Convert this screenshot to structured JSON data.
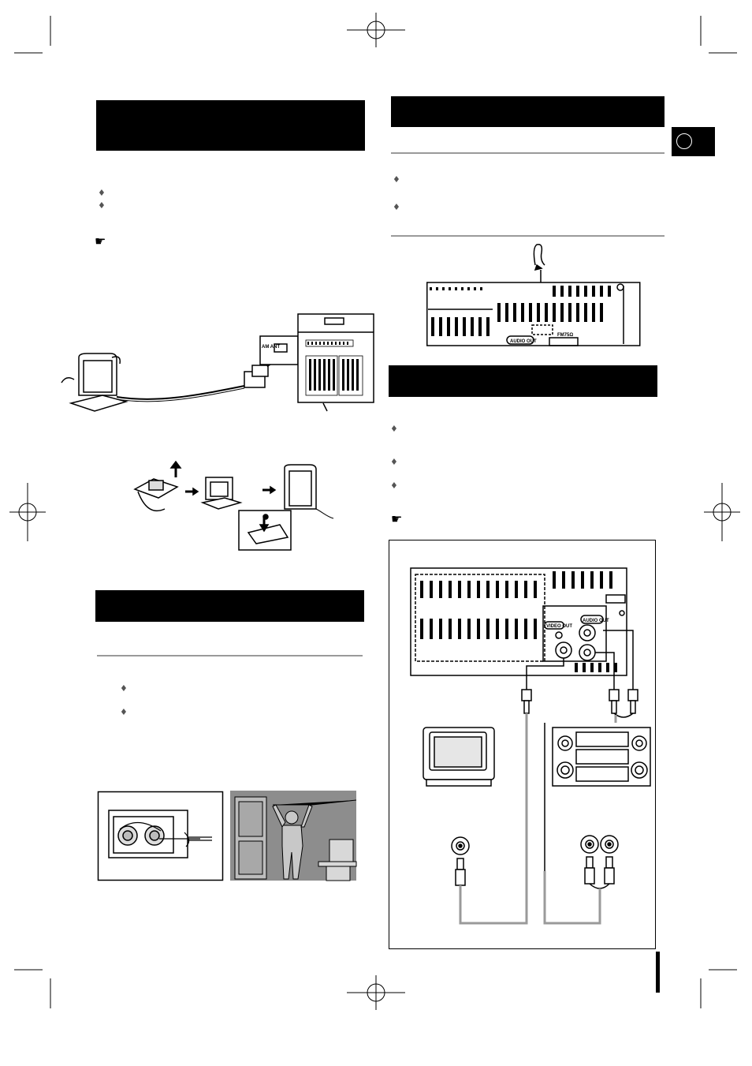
{
  "page": {
    "tab_badge": "",
    "left_column": {
      "section1": {
        "heading": "",
        "bullets": [
          "♦",
          "♦"
        ],
        "note_icon": "pointing-hand-icon"
      },
      "section2": {
        "heading": "",
        "bullets": [
          "♦",
          "♦"
        ]
      }
    },
    "right_column": {
      "section1": {
        "heading": "",
        "bullets": [
          "♦",
          "♦"
        ]
      },
      "section2": {
        "heading": "",
        "bullets": [
          "♦",
          "♦",
          "♦"
        ],
        "note_icon": "pointing-hand-icon"
      }
    },
    "figure_labels": {
      "am_ant": "AM ANT",
      "audio_out": "AUDIO OUT",
      "video_out": "VIDEO OUT",
      "fm_label": "FM75Ω"
    }
  }
}
